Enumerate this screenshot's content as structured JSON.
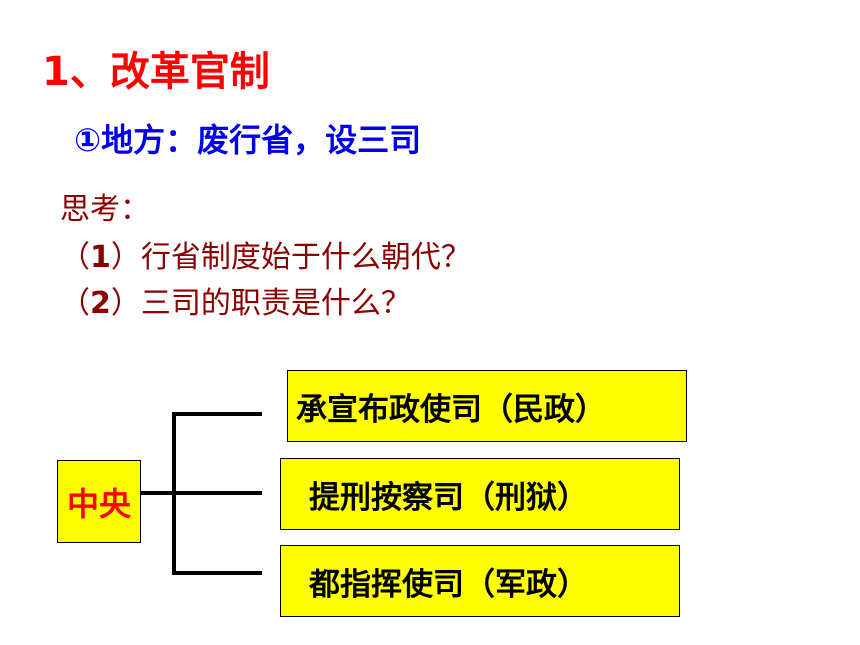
{
  "slide": {
    "title": "1、改革官制",
    "subtitle": "①地方：废行省，设三司",
    "think_label": "思考：",
    "questions": [
      {
        "open": "（",
        "num": "1",
        "close": "）",
        "text": "行省制度始于什么朝代？"
      },
      {
        "open": "（",
        "num": "2",
        "close": "）",
        "text": "三司的职责是什么？"
      }
    ]
  },
  "diagram": {
    "center": "中央",
    "branches": [
      "承宣布政使司（民政）",
      "提刑按察司（刑狱）",
      "都指挥使司（军政）"
    ]
  },
  "colors": {
    "title": "#ff0000",
    "subtitle": "#0000ee",
    "questions": "#8b0000",
    "box_fill": "#ffff00"
  }
}
